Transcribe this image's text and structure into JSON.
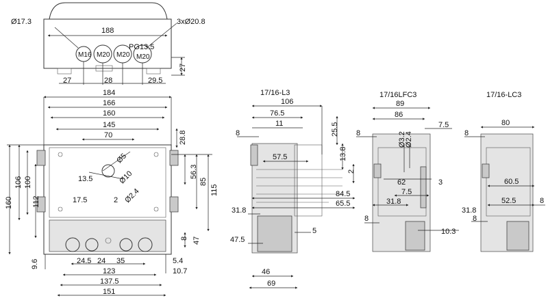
{
  "diagram": {
    "top_view": {
      "hole_small": "Ø17.3",
      "hole_large": "3xØ20.8",
      "width": "188",
      "gland_thread": "PG13.5",
      "glands": [
        "M16",
        "M20",
        "M20",
        "M20"
      ],
      "height": "27",
      "offset_left": "27",
      "spacing": "28",
      "offset_right": "29.5"
    },
    "front_view": {
      "widths": [
        "184",
        "166",
        "160",
        "145",
        "70"
      ],
      "right_dims": [
        "28.8",
        "56.3",
        "85",
        "115"
      ],
      "left_dims": [
        "106",
        "100",
        "112",
        "160"
      ],
      "holes": [
        "Ø5",
        "Ø10",
        "Ø2.4"
      ],
      "inner": [
        "13.5",
        "17.5",
        "2"
      ],
      "small_right": [
        "8",
        "47"
      ],
      "bottom_left": "9.6",
      "gland_spacing": [
        "24.5",
        "24",
        "35"
      ],
      "bottom_right": [
        "5.4",
        "10.7"
      ],
      "bottom_widths": [
        "123",
        "137.5",
        "151"
      ]
    },
    "section_l3": {
      "title": "17/16-L3",
      "top_widths": [
        "106",
        "76.5",
        "11"
      ],
      "left": "8",
      "right_vert": [
        "25.5",
        "13.8",
        "2"
      ],
      "inner": "57.5",
      "right_horiz": [
        "84.5",
        "65.5"
      ],
      "side": [
        "31.8",
        "47.5"
      ],
      "small": "5",
      "bottom": [
        "46",
        "69"
      ]
    },
    "section_lfc3": {
      "title": "17/16LFC3",
      "top_widths": [
        "89",
        "86"
      ],
      "left": "8",
      "right": "7.5",
      "holes": [
        "Ø3.2",
        "Ø2.4"
      ],
      "inner": [
        "62",
        "3",
        "7.5",
        "31.8"
      ],
      "left_low": "8",
      "bottom_right": "10.3"
    },
    "section_lc3": {
      "title": "17/16-LC3",
      "top_width": "80",
      "left": "8",
      "inner": [
        "60.5",
        "52.5"
      ],
      "right": "8",
      "side": "31.8",
      "left_low": "8"
    }
  }
}
